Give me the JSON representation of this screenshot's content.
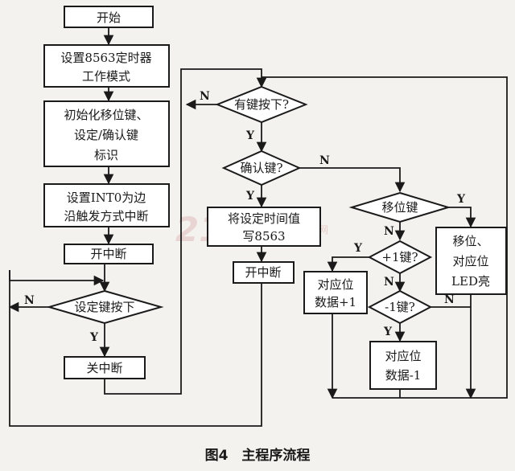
{
  "caption": "图4　主程序流程",
  "nodes": {
    "start": "开始",
    "set_timer_1": "设置8563定时器",
    "set_timer_2": "工作模式",
    "init_1": "初始化移位键、",
    "init_2": "设定/确认键",
    "init_3": "标识",
    "int0_1": "设置INT0为边",
    "int0_2": "沿触发方式中断",
    "open_int_1": "开中断",
    "set_key": "设定键按下",
    "close_int": "关中断",
    "any_key": "有键按下?",
    "confirm_key": "确认键?",
    "write_1": "将设定时间值",
    "write_2": "写8563",
    "open_int_2": "开中断",
    "shift_key": "移位键",
    "shift_1": "移位、",
    "shift_2": "对应位",
    "shift_3": "LED亮",
    "plus_key": "+1键?",
    "plus_1": "对应位",
    "plus_2": "数据+1",
    "minus_key": "-1键?",
    "minus_1": "对应位",
    "minus_2": "数据-1"
  },
  "labels": {
    "yes": "Y",
    "no": "N"
  },
  "watermark": {
    "main": "21IC",
    "sub": "中国电子网"
  }
}
